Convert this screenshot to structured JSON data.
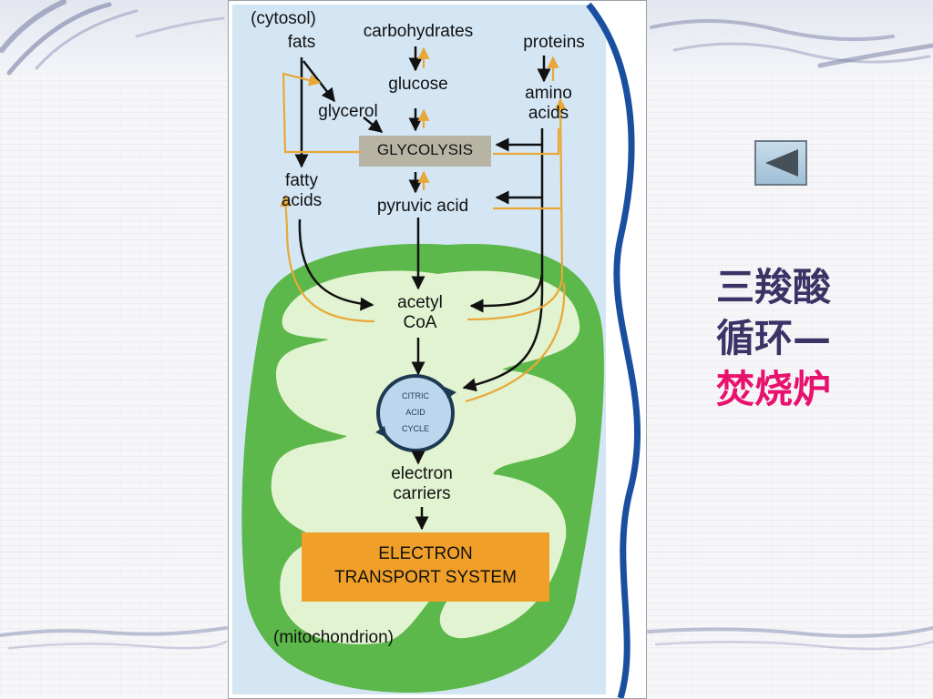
{
  "diagram": {
    "labels": {
      "cytosol": "(cytosol)",
      "fats": "fats",
      "carbohydrates": "carbohydrates",
      "proteins": "proteins",
      "glucose": "glucose",
      "glycerol": "glycerol",
      "amino": "amino",
      "acids_amino": "acids",
      "glycolysis": "GLYCOLYSIS",
      "fatty": "fatty",
      "acids_fatty": "acids",
      "pyruvic_acid": "pyruvic acid",
      "acetyl": "acetyl",
      "coa": "CoA",
      "citric": "CITRIC",
      "acid": "ACID",
      "cycle": "CYCLE",
      "electron": "electron",
      "carriers": "carriers",
      "ets_line1": "ELECTRON",
      "ets_line2": "TRANSPORT SYSTEM",
      "mitochondrion": "(mitochondrion)"
    },
    "colors": {
      "cytosol": "#d4e6f4",
      "membrane": "#1a4fa0",
      "mito_outer": "#5cb84a",
      "mito_inner": "#e9f5d8",
      "ets_box": "#f0a028",
      "glycolysis_box": "#b8b4a4",
      "arrow": "#111111",
      "return_arrow": "#e8a838"
    }
  },
  "caption": {
    "line1": "三羧酸",
    "line2": "循环—",
    "line3": "焚烧炉"
  },
  "colors": {
    "caption_text": "#3a3466",
    "caption_highlight": "#e8126e",
    "back_button": "#465058"
  }
}
